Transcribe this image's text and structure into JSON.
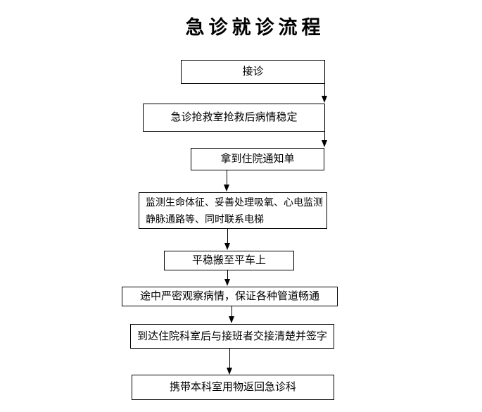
{
  "title": "急诊就诊流程",
  "colors": {
    "background": "#ffffff",
    "border": "#000000",
    "text": "#000000"
  },
  "flowchart": {
    "steps": [
      {
        "id": "step-reception",
        "label": "接诊"
      },
      {
        "id": "step-stabilized",
        "label": "急诊抢救室抢救后病情稳定"
      },
      {
        "id": "step-admission-notice",
        "label": "拿到住院通知单"
      },
      {
        "id": "step-monitoring",
        "lines": [
          "监测生命体征、妥善处理吸氧、心电监测",
          "静脉通路等、同时联系电梯"
        ]
      },
      {
        "id": "step-transfer-cart",
        "label": "平稳搬至平车上"
      },
      {
        "id": "step-observe-enroute",
        "label": "途中严密观察病情，保证各种管道畅通"
      },
      {
        "id": "step-handover-sign",
        "label": "到达住院科室后与接班者交接清楚并签字"
      },
      {
        "id": "step-return-er",
        "label": "携带本科室用物返回急诊科"
      }
    ],
    "connections": [
      {
        "from": "step-reception",
        "to": "step-stabilized"
      },
      {
        "from": "step-stabilized",
        "to": "step-admission-notice"
      },
      {
        "from": "step-admission-notice",
        "to": "step-monitoring"
      },
      {
        "from": "step-monitoring",
        "to": "step-transfer-cart"
      },
      {
        "from": "step-transfer-cart",
        "to": "step-observe-enroute"
      },
      {
        "from": "step-observe-enroute",
        "to": "step-handover-sign"
      },
      {
        "from": "step-handover-sign",
        "to": "step-return-er"
      }
    ]
  }
}
